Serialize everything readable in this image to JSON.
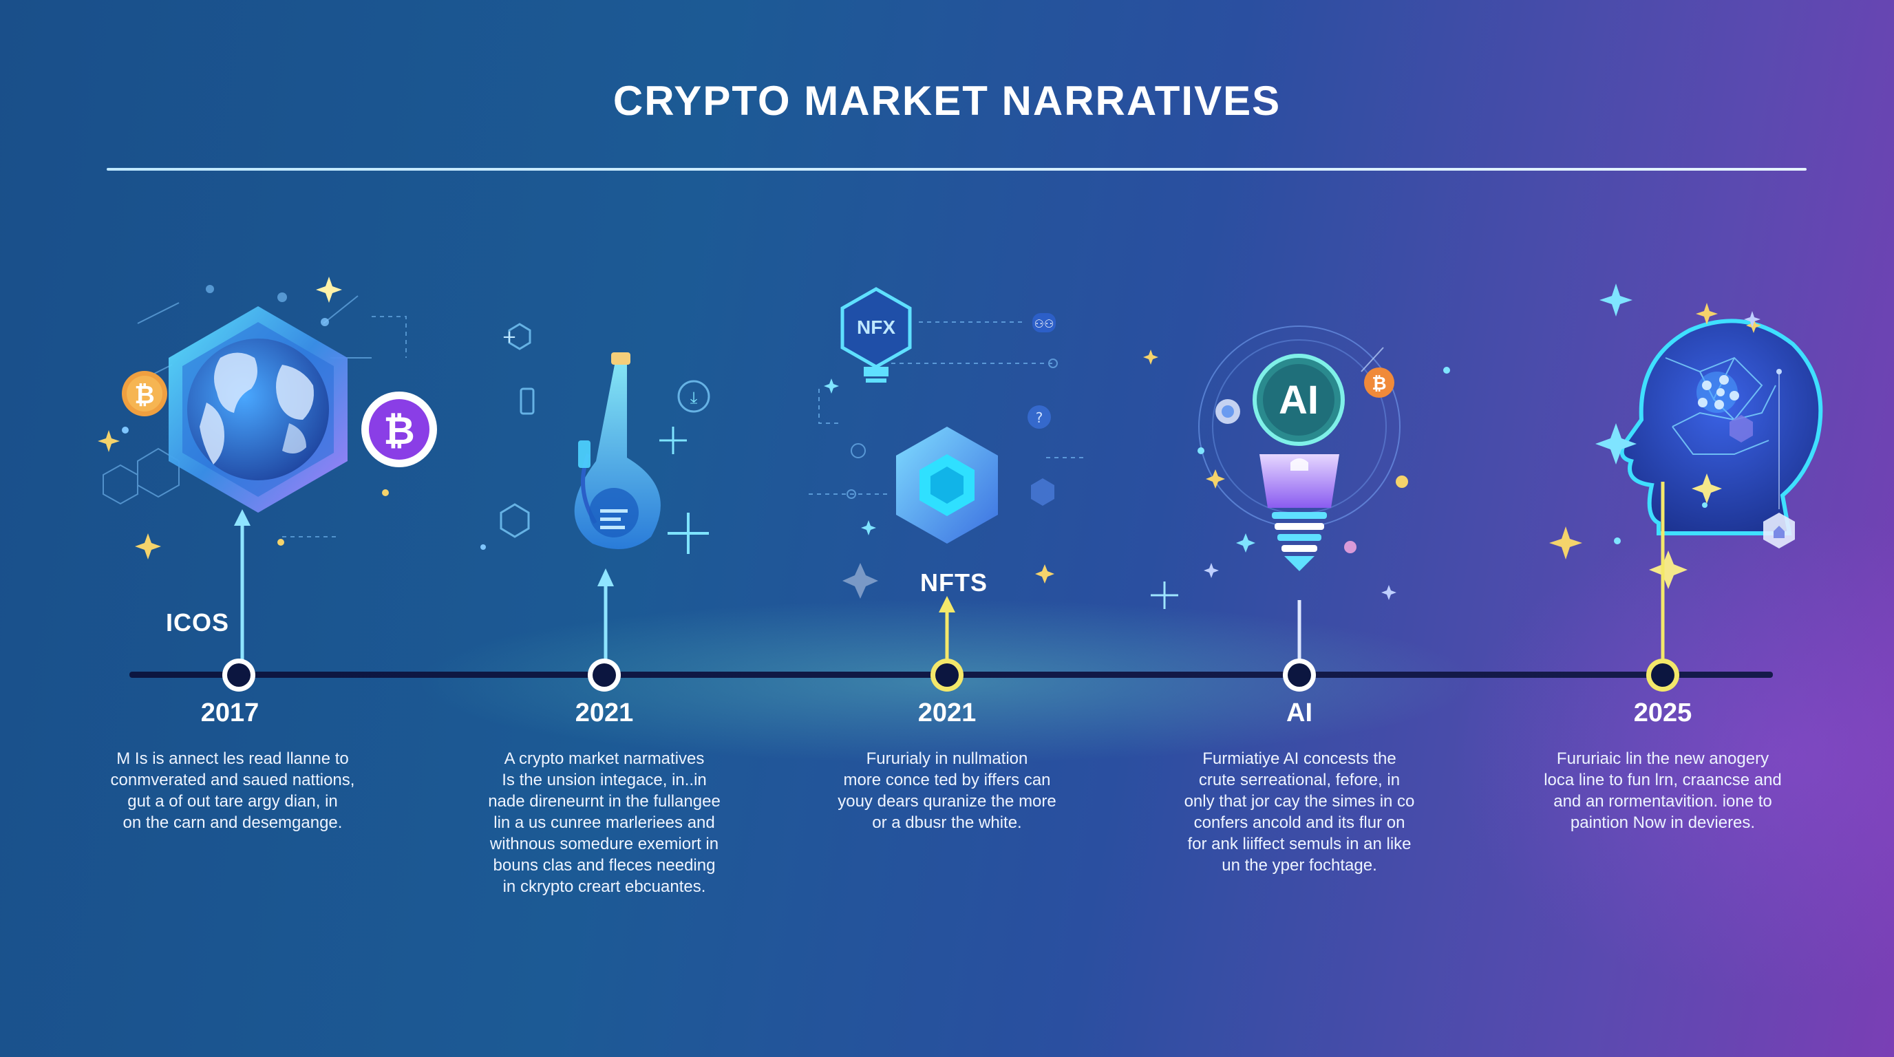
{
  "title": "CRYPTO MARKET NARRATIVES",
  "colors": {
    "accent_cyan": "#5fe0ff",
    "accent_yellow": "#f4e86a",
    "timeline_line": "#0c1640",
    "title_rule": "#cfeeff"
  },
  "milestones": [
    {
      "label": "ICOS",
      "year": "2017",
      "icon": "globe-hexagon-icon",
      "description": [
        "M Is is annect les read llanne to",
        "conmverated and saued nattions,",
        "gut a of out tare argy dian, in",
        "on the carn and desemgange."
      ]
    },
    {
      "label": "",
      "year": "2021",
      "icon": "flask-icon",
      "description": [
        "A crypto market narmatives",
        "Is the unsion integace, in..in",
        "nade direneurnt in the fullangee",
        "lin a us cunree marleriees and",
        "withnous somedure exemiort in",
        "bouns clas and fleces needing",
        "in ckrypto creart ebcuantes."
      ]
    },
    {
      "label": "NFTS",
      "year": "2021",
      "icon": "nft-gem-icon",
      "badge": "NFX",
      "description": [
        "Fururialy in nullmation",
        "more conce ted by iffers can",
        "youy dears quranize the more",
        "or a dbusr the white."
      ]
    },
    {
      "label": "",
      "year": "AI",
      "icon": "ai-lightbulb-icon",
      "badge": "AI",
      "description": [
        "Furmiatiye AI concests the",
        "crute serreational, fefore, in",
        "only that jor cay the simes in co",
        "confers ancold and its flur on",
        "for ank liiffect semuls in an like",
        "un the yper fochtage."
      ]
    },
    {
      "label": "",
      "year": "2025",
      "icon": "ai-head-icon",
      "description": [
        "Fururiaic lin the new anogery",
        "loca line to fun lrn, craancse and",
        "and an rormentavition. ione to",
        "paintion Now in devieres."
      ]
    }
  ]
}
